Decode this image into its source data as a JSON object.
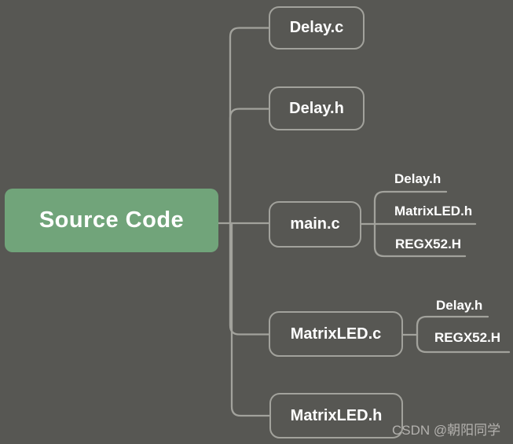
{
  "colors": {
    "background": "#575753",
    "line": "#A2A29C",
    "root_fill": "#71A47A",
    "node_text": "#FFFFFF",
    "watermark": "#B3B1AE"
  },
  "root": {
    "label": "Source Code"
  },
  "nodes": [
    {
      "label": "Delay.c",
      "children": []
    },
    {
      "label": "Delay.h",
      "children": []
    },
    {
      "label": "main.c",
      "children": [
        {
          "label": "Delay.h"
        },
        {
          "label": "MatrixLED.h"
        },
        {
          "label": "REGX52.H"
        }
      ]
    },
    {
      "label": "MatrixLED.c",
      "children": [
        {
          "label": "Delay.h"
        },
        {
          "label": "REGX52.H"
        }
      ]
    },
    {
      "label": "MatrixLED.h",
      "children": []
    }
  ],
  "watermark": {
    "text": "CSDN @朝阳同学"
  }
}
